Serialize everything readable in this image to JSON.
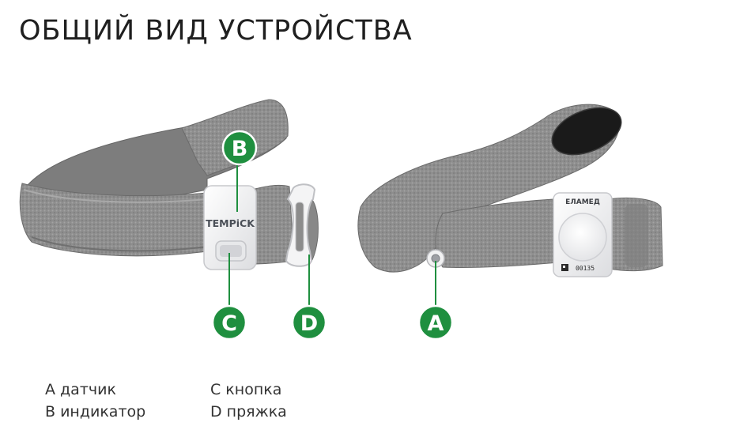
{
  "page": {
    "title": "ОБЩИЙ ВИД УСТРОЙСТВА"
  },
  "device_front": {
    "brand": "TEMPiCK"
  },
  "device_back": {
    "brand": "ЕЛАМЕД",
    "serial": "00135"
  },
  "markers": {
    "a": "A",
    "b": "B",
    "c": "C",
    "d": "D"
  },
  "legend": {
    "a": "A датчик",
    "b": "B индикатор",
    "c": "C кнопка",
    "d": "D пряжка"
  },
  "colors": {
    "marker": "#1f8f3f",
    "strap": "#8c8c8c",
    "title": "#1f1f1f"
  }
}
